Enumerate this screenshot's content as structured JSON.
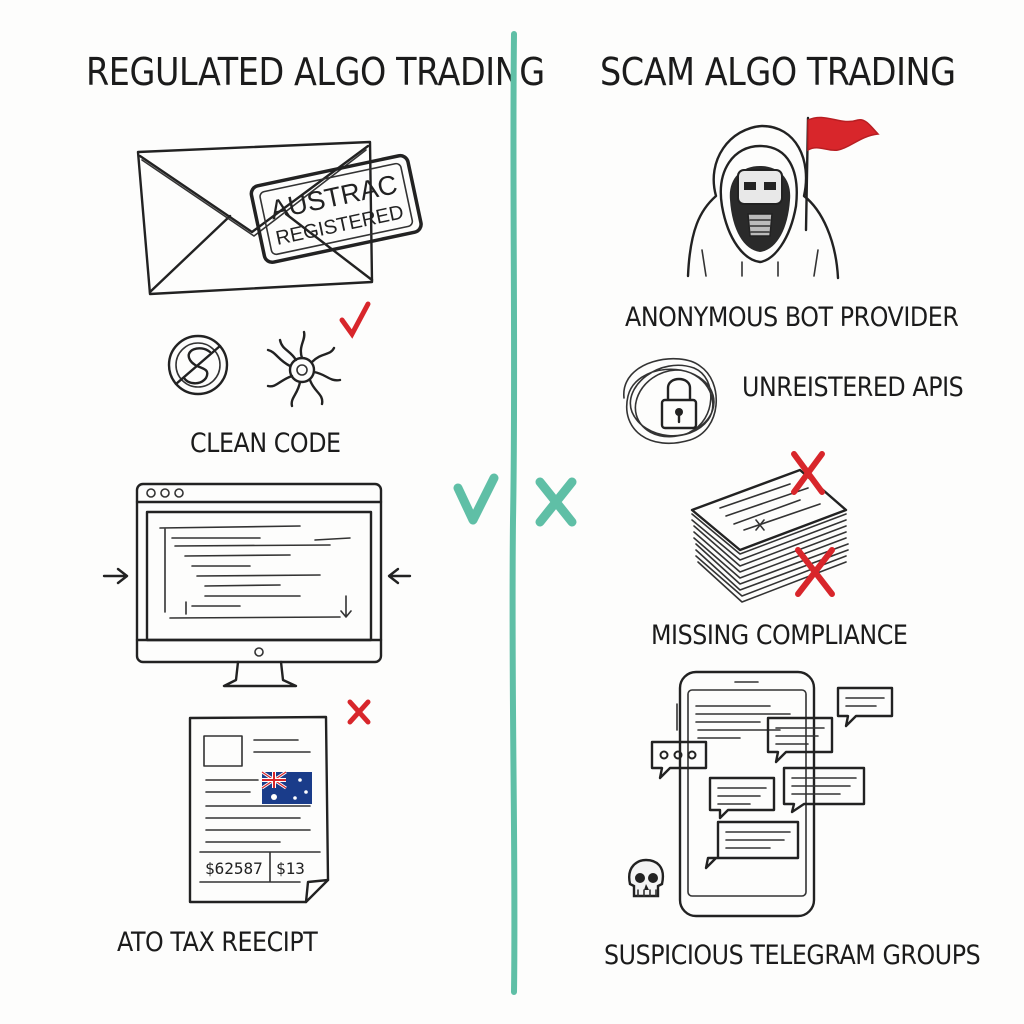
{
  "left": {
    "title": "REGULATED ALGO TRADING",
    "stamp_line1": "AUSTRAC",
    "stamp_line2": "REGISTERED",
    "clean_code": "CLEAN CODE",
    "receipt_amount1": "$62587",
    "receipt_amount2": "$13",
    "tax_receipt": "ATO TAX REECIPT"
  },
  "right": {
    "title": "SCAM ALGO TRADING",
    "anon": "ANONYMOUS BOT PROVIDER",
    "apis": "UNREISTERED APIS",
    "compliance": "MISSING COMPLIANCE",
    "telegram": "SUSPICIOUS TELEGRAM GROUPS"
  },
  "colors": {
    "divider": "#5fbfa6",
    "red": "#d8262b",
    "ink": "#222222"
  },
  "icons": [
    "envelope-icon",
    "stamp-icon",
    "coin-icon",
    "gear-icon",
    "monitor-icon",
    "receipt-icon",
    "flag-australia-icon",
    "hooded-robot-icon",
    "red-flag-icon",
    "scribble-lock-icon",
    "paper-stack-icon",
    "smartphone-icon",
    "chat-bubble-icon",
    "skull-icon",
    "check-icon",
    "cross-icon"
  ]
}
